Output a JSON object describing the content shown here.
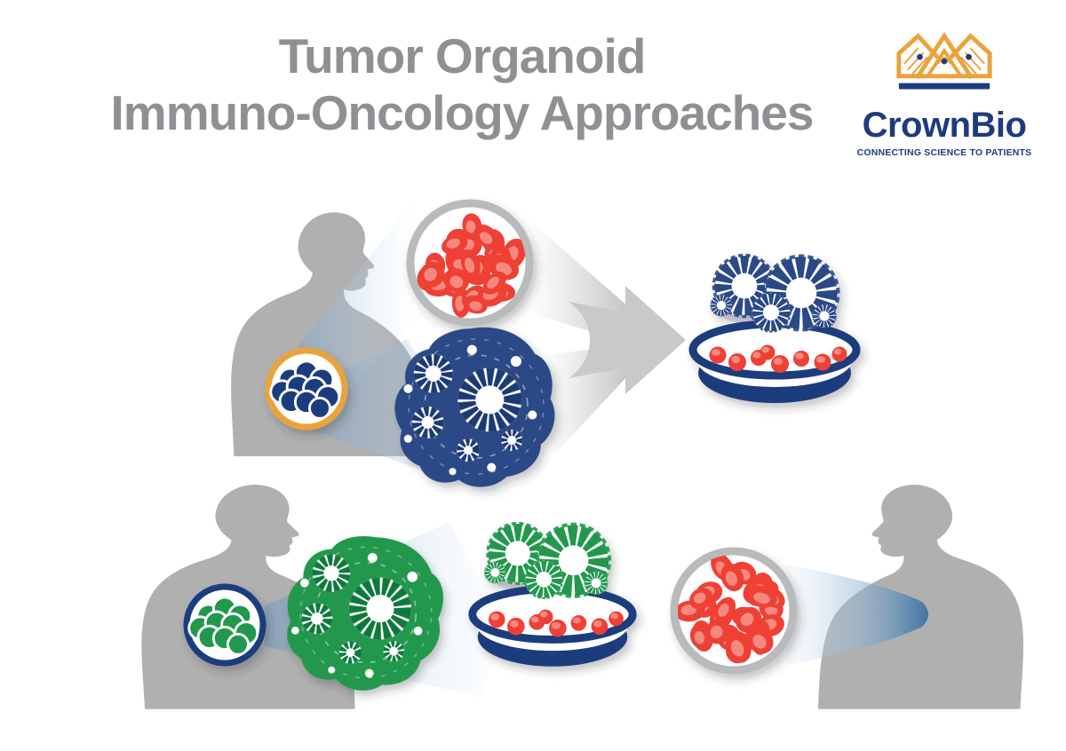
{
  "title": {
    "line1": "Tumor Organoid",
    "line2": "Immuno-Oncology Approaches"
  },
  "logo": {
    "name": "CrownBio",
    "tagline": "CONNECTING SCIENCE TO PATIENTS",
    "icon": "crown-icon"
  },
  "colors": {
    "navy": "#1e3c7d",
    "navy_cell": "#2c4886",
    "navy_ring": "#1d3a74",
    "green": "#23984e",
    "green_ring": "#0f7a3e",
    "red": "#ee4136",
    "red_light": "#f6897f",
    "orange": "#eaa33b",
    "gray_silhouette": "#b0b0b1",
    "gray_title": "#8f9093",
    "gray_ring": "#b9babc",
    "gray_arrow": "#c9c9c9",
    "beam_dark": "#4e86b4"
  },
  "icons": {
    "top_row": [
      "patient-silhouette",
      "tumor-site-circle",
      "immune-cells-microscopy",
      "tumor-organoid",
      "arrow-right",
      "organoid-immune-coculture-dish"
    ],
    "bottom_row": [
      "patient-silhouette",
      "tumor-site-circle",
      "tumor-organoid",
      "organoid-immune-coculture-dish",
      "immune-cells-microscopy",
      "patient-silhouette"
    ]
  }
}
